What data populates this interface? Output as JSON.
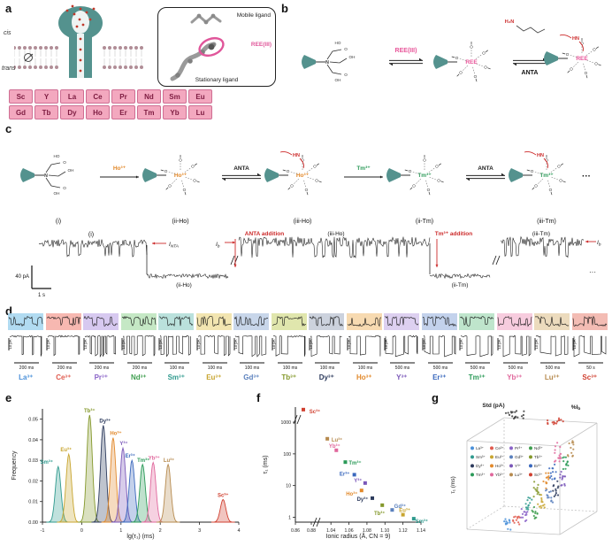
{
  "panels": {
    "a": "a",
    "b": "b",
    "c": "c",
    "d": "d",
    "e": "e",
    "f": "f",
    "g": "g"
  },
  "panel_a": {
    "cis": "cis",
    "trans": "trans",
    "elements": [
      "Sc",
      "Y",
      "La",
      "Ce",
      "Pr",
      "Nd",
      "Sm",
      "Eu",
      "Gd",
      "Tb",
      "Dy",
      "Ho",
      "Er",
      "Tm",
      "Yb",
      "Lu"
    ],
    "inset": {
      "mobile": "Mobile ligand",
      "ree": "REE(III)",
      "stationary": "Stationary ligand"
    }
  },
  "panel_b": {
    "ree": "REE(III)",
    "ree_short": "REE",
    "anta": "ANTA",
    "h2n": "H₂N",
    "hn": "HN",
    "o": "O",
    "ho": "HO",
    "oh": "OH",
    "n": "N"
  },
  "panel_c": {
    "molecules": [
      {
        "caption": "(i)",
        "metal": null,
        "metal_color": null,
        "hn": false
      },
      {
        "caption": "(ii-Ho)",
        "metal": "Ho³⁺",
        "metal_color": "#e2892b",
        "hn": false
      },
      {
        "caption": "(iii-Ho)",
        "metal": "Ho³⁺",
        "metal_color": "#e2892b",
        "hn": true
      },
      {
        "caption": "(ii-Tm)",
        "metal": "Tm³⁺",
        "metal_color": "#2b9a58",
        "hn": false
      },
      {
        "caption": "(iii-Tm)",
        "metal": "Tm³⁺",
        "metal_color": "#2b9a58",
        "hn": true
      }
    ],
    "arrows": [
      {
        "label": "Ho³⁺",
        "color": "#e2892b",
        "eq": false
      },
      {
        "label": "ANTA",
        "color": "#222222",
        "eq": true
      },
      {
        "label": "Tm³⁺",
        "color": "#2b9a58",
        "eq": false
      },
      {
        "label": "ANTA",
        "color": "#222222",
        "eq": true
      }
    ],
    "ellipsis": "···",
    "trace": {
      "scale_v": "40 pA",
      "scale_h": "1 s",
      "seg_i": "(i)",
      "seg_iiho": "(ii-Ho)",
      "seg_iiiho": "(iii-Ho)",
      "seg_iitm": "(ii-Tm)",
      "seg_iiitm": "(iii-Tm)",
      "i_sym": "I",
      "nta_sub": "NTA",
      "b_sub": "b",
      "anta_addition": "ANTA addition",
      "tm_addition": "Tm³⁺ addition",
      "dots": "···"
    }
  },
  "ions": [
    {
      "symbol": "La³⁺",
      "color": "#4a90d9",
      "box": "#a9d7f0",
      "time": "200 ms",
      "scale": "10 pA"
    },
    {
      "symbol": "Ce³⁺",
      "color": "#e05a4e",
      "box": "#f6b0a8",
      "time": "200 ms",
      "scale": "10 pA"
    },
    {
      "symbol": "Pr³⁺",
      "color": "#8a63c8",
      "box": "#d3c3ee",
      "time": "200 ms",
      "scale": "10 pA"
    },
    {
      "symbol": "Nd³⁺",
      "color": "#3f9e4f",
      "box": "#bfe5bf",
      "time": "200 ms",
      "scale": "10 pA"
    },
    {
      "symbol": "Sm³⁺",
      "color": "#2f9a8e",
      "box": "#b2ded8",
      "time": "100 ms",
      "scale": "10 pA"
    },
    {
      "symbol": "Eu³⁺",
      "color": "#c8a52f",
      "box": "#f1e2a8",
      "time": "100 ms",
      "scale": "10 pA"
    },
    {
      "symbol": "Gd³⁺",
      "color": "#5a80bd",
      "box": "#c2d1e8",
      "time": "100 ms",
      "scale": "10 pA"
    },
    {
      "symbol": "Tb³⁺",
      "color": "#84982b",
      "box": "#dde3a4",
      "time": "100 ms",
      "scale": "10 pA"
    },
    {
      "symbol": "Dy³⁺",
      "color": "#2c3a5c",
      "box": "#c6cdd9",
      "time": "100 ms",
      "scale": "10 pA"
    },
    {
      "symbol": "Ho³⁺",
      "color": "#e2892b",
      "box": "#f6d6a8",
      "time": "100 ms",
      "scale": "10 pA"
    },
    {
      "symbol": "Y³⁺",
      "color": "#7a57b8",
      "box": "#d9cbee",
      "time": "500 ms",
      "scale": "10 pA"
    },
    {
      "symbol": "Er³⁺",
      "color": "#3a68bd",
      "box": "#bccdea",
      "time": "500 ms",
      "scale": "10 pA"
    },
    {
      "symbol": "Tm³⁺",
      "color": "#2b9a58",
      "box": "#b8e2c6",
      "time": "500 ms",
      "scale": "10 pA"
    },
    {
      "symbol": "Yb³⁺",
      "color": "#e0679c",
      "box": "#f6c6da",
      "time": "500 ms",
      "scale": "10 pA"
    },
    {
      "symbol": "Lu³⁺",
      "color": "#b68a4e",
      "box": "#ead7b6",
      "time": "500 ms",
      "scale": "10 pA"
    },
    {
      "symbol": "Sc³⁺",
      "color": "#d04030",
      "box": "#f2b5ac",
      "time": "50 s",
      "scale": "10 pA"
    }
  ],
  "chart_data": [
    {
      "id": "e",
      "type": "area-peaks",
      "xlabel": "lg(τ₁) (ms)",
      "ylabel": "Frequency",
      "xlim": [
        -1,
        4
      ],
      "ylim": [
        0,
        0.055
      ],
      "xticks": [
        -1,
        0,
        1,
        2,
        3,
        4
      ],
      "yticks": [
        "0.00",
        "0.01",
        "0.02",
        "0.03",
        "0.04",
        "0.05"
      ],
      "peaks": [
        {
          "ion": "Sm³⁺",
          "x": -0.6,
          "h": 0.027,
          "lx": -13,
          "ly": 0
        },
        {
          "ion": "Eu³⁺",
          "x": -0.33,
          "h": 0.033,
          "lx": -3,
          "ly": 0
        },
        {
          "ion": "Tb³⁺",
          "x": 0.2,
          "h": 0.052,
          "lx": 0,
          "ly": 0
        },
        {
          "ion": "Dy³⁺",
          "x": 0.55,
          "h": 0.047,
          "lx": 2,
          "ly": 0
        },
        {
          "ion": "Ho³⁺",
          "x": 0.8,
          "h": 0.041,
          "lx": 3,
          "ly": 0
        },
        {
          "ion": "Y³⁺",
          "x": 1.05,
          "h": 0.036,
          "lx": 1,
          "ly": 0
        },
        {
          "ion": "Er³⁺",
          "x": 1.28,
          "h": 0.03,
          "lx": -2,
          "ly": 0
        },
        {
          "ion": "Tm³⁺",
          "x": 1.55,
          "h": 0.028,
          "lx": 1,
          "ly": 0
        },
        {
          "ion": "Yb³⁺",
          "x": 1.82,
          "h": 0.029,
          "lx": 1,
          "ly": 0
        },
        {
          "ion": "Lu³⁺",
          "x": 2.2,
          "h": 0.028,
          "lx": 1,
          "ly": 0
        },
        {
          "ion": "Sc³⁺",
          "x": 3.6,
          "h": 0.011,
          "lx": 0,
          "ly": 0
        }
      ]
    },
    {
      "id": "f",
      "type": "scatter",
      "xlabel": "Ionic radius (Å, CN = 9)",
      "ylabel": "τ₁ (ms)",
      "yticks": [
        1,
        10,
        100,
        1000
      ],
      "xticks_left": [
        "0.86",
        "0.88"
      ],
      "xticks_right": [
        "1.04",
        "1.06",
        "1.08",
        "1.10",
        "1.12",
        "1.14"
      ],
      "points": [
        {
          "ion": "Sc³⁺",
          "x": 0.87,
          "y": 2500,
          "dx": 13,
          "dy": 2
        },
        {
          "ion": "Lu³⁺",
          "x": 1.036,
          "y": 300,
          "dx": 11,
          "dy": 1
        },
        {
          "ion": "Yb³⁺",
          "x": 1.046,
          "y": 130,
          "dx": -2,
          "dy": -5
        },
        {
          "ion": "Tm³⁺",
          "x": 1.056,
          "y": 55,
          "dx": 11,
          "dy": 1
        },
        {
          "ion": "Er³⁺",
          "x": 1.066,
          "y": 22,
          "dx": -11,
          "dy": -1
        },
        {
          "ion": "Y³⁺",
          "x": 1.078,
          "y": 12,
          "dx": -8,
          "dy": -3
        },
        {
          "ion": "Ho³⁺",
          "x": 1.074,
          "y": 7,
          "dx": -11,
          "dy": 4
        },
        {
          "ion": "Dy³⁺",
          "x": 1.086,
          "y": 4,
          "dx": -11,
          "dy": 1
        },
        {
          "ion": "Tb³⁺",
          "x": 1.097,
          "y": 2.4,
          "dx": -3,
          "dy": 9
        },
        {
          "ion": "Gd³⁺",
          "x": 1.108,
          "y": 1.7,
          "dx": 9,
          "dy": -4
        },
        {
          "ion": "Eu³⁺",
          "x": 1.12,
          "y": 1.2,
          "dx": 2,
          "dy": -5
        },
        {
          "ion": "Sm³⁺",
          "x": 1.132,
          "y": 0.9,
          "dx": 9,
          "dy": 3
        }
      ]
    },
    {
      "id": "g",
      "type": "scatter3d",
      "xlabel": "Std (pA)",
      "ylabel_pre": "%I",
      "ylabel_sub": "b",
      "zlabel": "τ₁ (ms)",
      "top_clusters": [
        {
          "color": "#3a3a3a",
          "cx": 95,
          "cy": 20,
          "sx": 13,
          "sy": 5,
          "n": 18
        }
      ],
      "clusters": [
        {
          "ion": "La³⁺",
          "cx": 86,
          "cy": 144,
          "sx": 4,
          "sy": 7,
          "n": 12
        },
        {
          "ion": "Ce³⁺",
          "cx": 96,
          "cy": 139,
          "sx": 4,
          "sy": 7,
          "n": 12
        },
        {
          "ion": "Pr³⁺",
          "cx": 105,
          "cy": 134,
          "sx": 4,
          "sy": 7,
          "n": 12
        },
        {
          "ion": "Nd³⁺",
          "cx": 116,
          "cy": 131,
          "sx": 4,
          "sy": 7,
          "n": 12
        },
        {
          "ion": "Sm³⁺",
          "cx": 110,
          "cy": 121,
          "sx": 4,
          "sy": 8,
          "n": 12
        },
        {
          "ion": "Eu³⁺",
          "cx": 124,
          "cy": 118,
          "sx": 4,
          "sy": 8,
          "n": 12
        },
        {
          "ion": "Gd³⁺",
          "cx": 133,
          "cy": 112,
          "sx": 4,
          "sy": 8,
          "n": 12
        },
        {
          "ion": "Tb³⁺",
          "cx": 119,
          "cy": 105,
          "sx": 4,
          "sy": 9,
          "n": 12
        },
        {
          "ion": "Dy³⁺",
          "cx": 141,
          "cy": 104,
          "sx": 4,
          "sy": 9,
          "n": 12
        },
        {
          "ion": "Ho³⁺",
          "cx": 129,
          "cy": 95,
          "sx": 4,
          "sy": 9,
          "n": 12
        },
        {
          "ion": "Y³⁺",
          "cx": 147,
          "cy": 92,
          "sx": 4,
          "sy": 9,
          "n": 12
        },
        {
          "ion": "Er³⁺",
          "cx": 137,
          "cy": 84,
          "sx": 4,
          "sy": 10,
          "n": 12
        },
        {
          "ion": "Tm³⁺",
          "cx": 151,
          "cy": 78,
          "sx": 4,
          "sy": 10,
          "n": 12
        },
        {
          "ion": "Yb³⁺",
          "cx": 143,
          "cy": 64,
          "sx": 4,
          "sy": 13,
          "n": 14
        },
        {
          "ion": "Lu³⁺",
          "cx": 157,
          "cy": 60,
          "sx": 4,
          "sy": 10,
          "n": 12
        },
        {
          "ion": "Sc³⁺",
          "cx": 140,
          "cy": 28,
          "sx": 9,
          "sy": 4,
          "n": 14
        }
      ]
    }
  ]
}
